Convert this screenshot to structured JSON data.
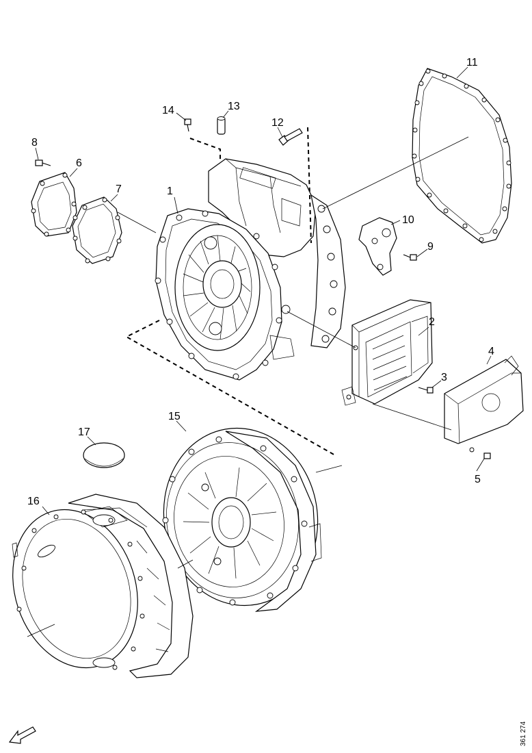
{
  "diagram": {
    "callouts": {
      "c1": "1",
      "c2": "2",
      "c3": "3",
      "c4": "4",
      "c5": "5",
      "c6": "6",
      "c7": "7",
      "c8": "8",
      "c9": "9",
      "c10": "10",
      "c11": "11",
      "c12": "12",
      "c13": "13",
      "c14": "14",
      "c15": "15",
      "c16": "16",
      "c17": "17"
    },
    "reference_number": "361 274",
    "icons": {
      "orientation": "front-direction-arrow-icon"
    }
  }
}
